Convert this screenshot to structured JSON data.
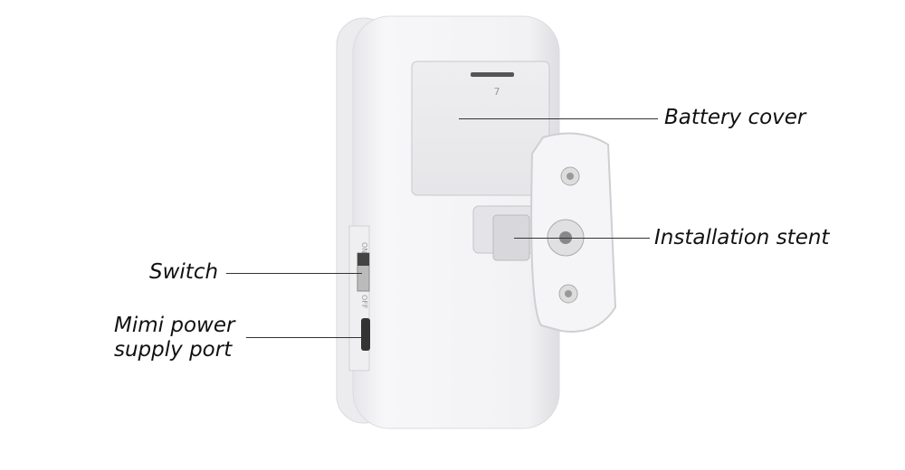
{
  "labels": {
    "battery_cover": "Battery cover",
    "installation_stent": "Installation stent",
    "switch": "Switch",
    "power_port_line1": "Mimi power",
    "power_port_line2": "supply port"
  },
  "device": {
    "switch_on": "ON",
    "switch_off": "OFF",
    "cover_mark": "7"
  },
  "colors": {
    "body": "#f4f4f6",
    "shadow": "#dcdce0",
    "text": "#111111"
  }
}
